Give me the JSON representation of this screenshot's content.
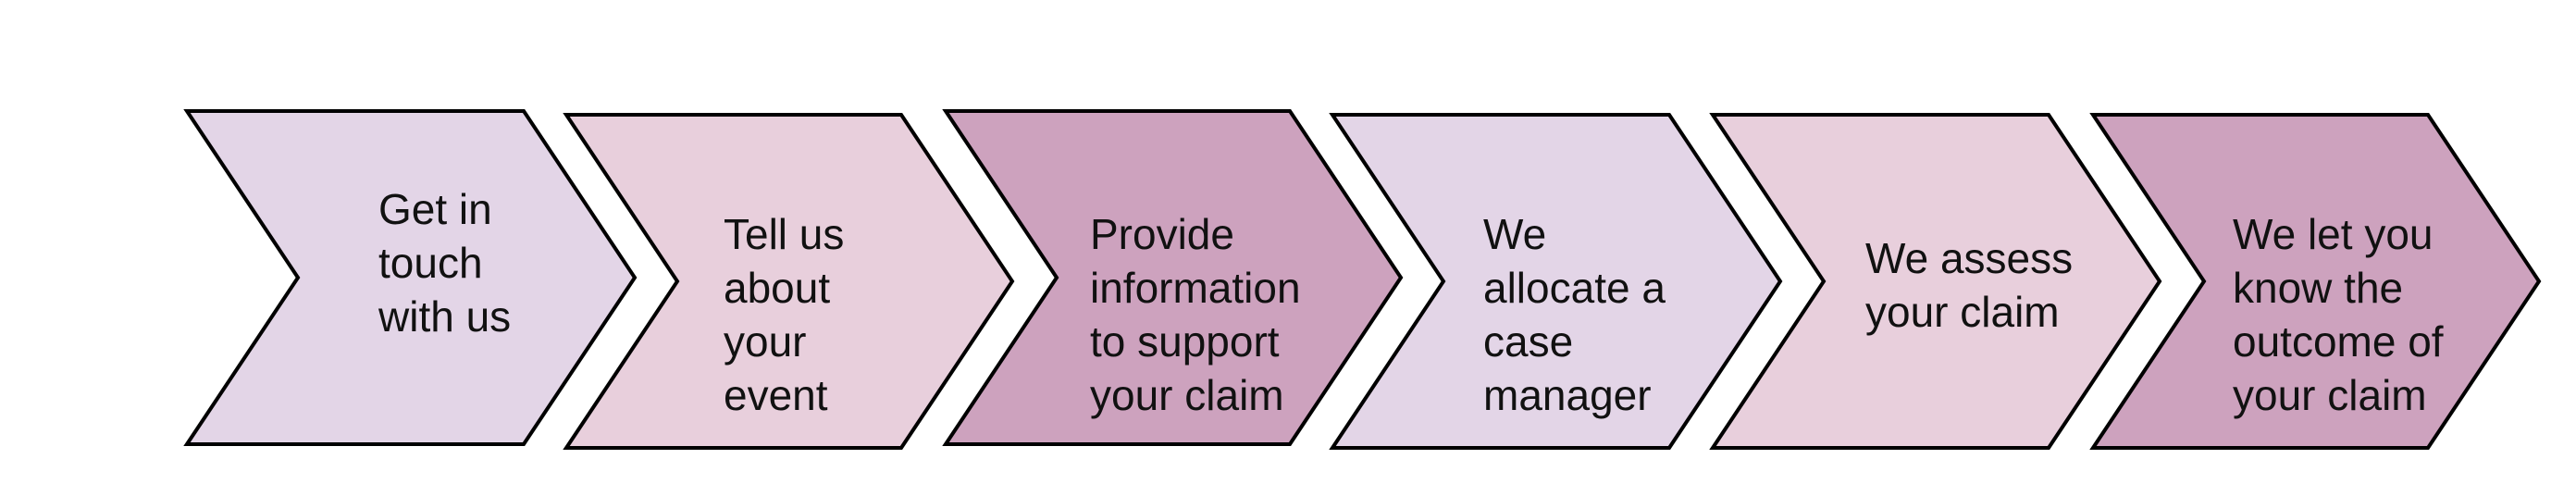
{
  "colors": {
    "lavender": "#e3d5e7",
    "pink": "#e8cfdc",
    "mauve": "#cda2be",
    "outline": "#000000",
    "text": "#111111"
  },
  "steps": [
    {
      "lines": [
        "Get in",
        "touch",
        "with us"
      ],
      "color": "#e3d5e7"
    },
    {
      "lines": [
        "Tell us",
        "about",
        "your",
        "event"
      ],
      "color": "#e8cfdc"
    },
    {
      "lines": [
        "Provide",
        "information",
        "to support",
        "your claim"
      ],
      "color": "#cda2be"
    },
    {
      "lines": [
        "We",
        "allocate a",
        "case",
        "manager"
      ],
      "color": "#e3d5e7"
    },
    {
      "lines": [
        "We assess",
        "your claim"
      ],
      "color": "#e8cfdc"
    },
    {
      "lines": [
        "We let you",
        "know the",
        "outcome of",
        "your claim"
      ],
      "color": "#cda2be"
    }
  ]
}
